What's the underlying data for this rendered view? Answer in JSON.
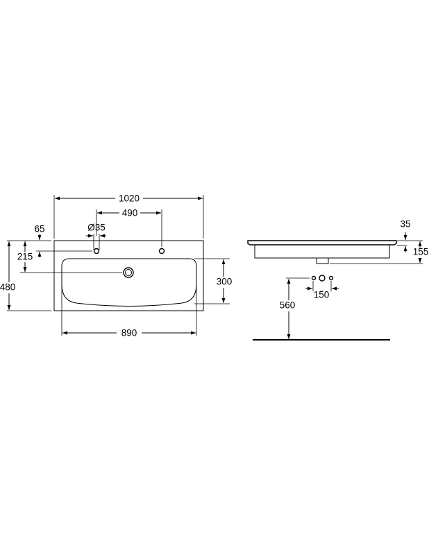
{
  "top_view": {
    "overall_width": "1020",
    "tap_hole_spacing": "490",
    "tap_hole_diameter": "Ø35",
    "rim_to_hole": "65",
    "back_to_drain": "215",
    "overall_depth": "480",
    "bowl_depth": "300",
    "bowl_width": "890"
  },
  "side_view": {
    "rim_thickness": "35",
    "total_height": "155",
    "waste_spacing": "150",
    "waste_height": "560"
  }
}
